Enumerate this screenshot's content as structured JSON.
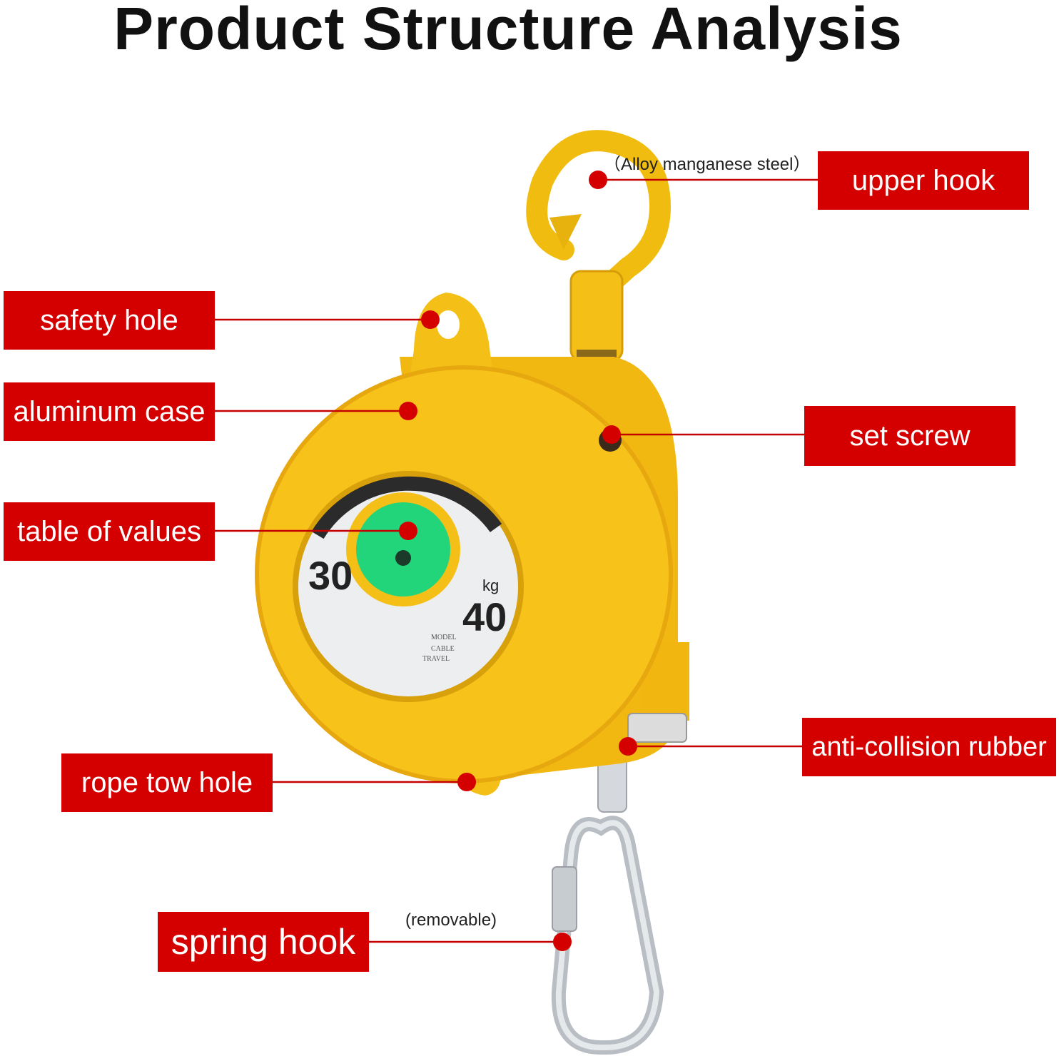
{
  "title": "Product Structure Analysis",
  "colors": {
    "label_bg": "#d40000",
    "label_text": "#ffffff",
    "leader": "#c40000",
    "body": "#f7c21a",
    "body_shade": "#e3a60c",
    "dial": "#eceef0",
    "center": "#22d47a",
    "steel": "#cfd3d8"
  },
  "callouts": {
    "upper_hook": {
      "label": "upper hook",
      "note": "（Alloy manganese steel）"
    },
    "safety_hole": {
      "label": "safety hole"
    },
    "aluminum_case": {
      "label": "aluminum case"
    },
    "set_screw": {
      "label": "set screw"
    },
    "table_of_values": {
      "label": "table of values"
    },
    "anti_collision_rubber": {
      "label": "anti-collision rubber"
    },
    "rope_tow_hole": {
      "label": "rope tow hole"
    },
    "spring_hook": {
      "label": "spring hook",
      "note": "(removable)"
    }
  },
  "dial": {
    "left_value": "30",
    "unit": "kg",
    "right_value": "40",
    "plate_lines": [
      "MODEL",
      "CABLE",
      "TRAVEL"
    ]
  }
}
